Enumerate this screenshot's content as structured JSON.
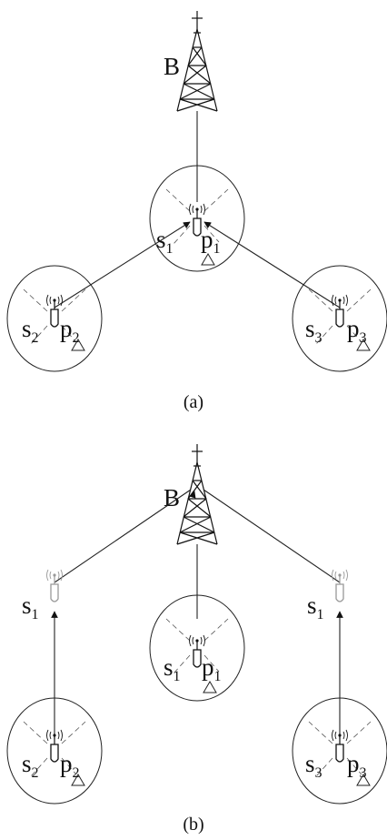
{
  "panel_a": {
    "caption": "(a)",
    "base_station": "B",
    "cells": [
      {
        "s_letter": "s",
        "s_index": "1",
        "p_letter": "p",
        "p_index": "1"
      },
      {
        "s_letter": "s",
        "s_index": "2",
        "p_letter": "p",
        "p_index": "2"
      },
      {
        "s_letter": "s",
        "s_index": "3",
        "p_letter": "p",
        "p_index": "3"
      }
    ]
  },
  "panel_b": {
    "caption": "(b)",
    "base_station": "B",
    "relays": [
      {
        "s_letter": "s",
        "s_index": "1"
      },
      {
        "s_letter": "s",
        "s_index": "1"
      }
    ],
    "cells": [
      {
        "s_letter": "s",
        "s_index": "1",
        "p_letter": "p",
        "p_index": "1"
      },
      {
        "s_letter": "s",
        "s_index": "2",
        "p_letter": "p",
        "p_index": "2"
      },
      {
        "s_letter": "s",
        "s_index": "3",
        "p_letter": "p",
        "p_index": "3"
      }
    ]
  }
}
